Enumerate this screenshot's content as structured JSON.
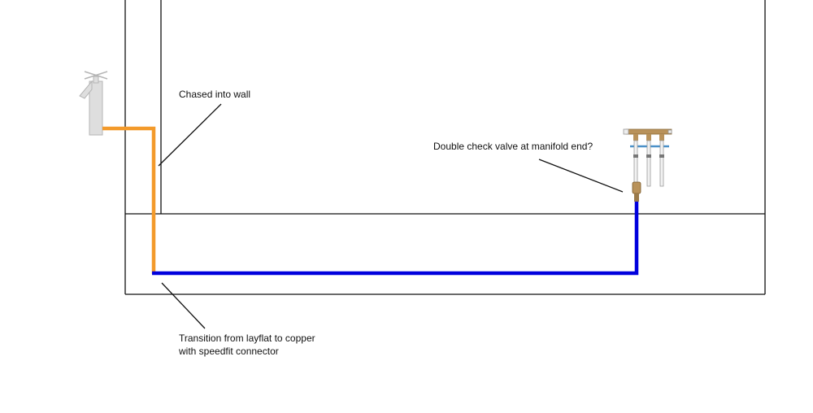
{
  "labels": {
    "chased": "Chased into wall",
    "valve": "Double check valve at manifold end?",
    "transition_line1": "Transition from layflat to copper",
    "transition_line2": "with speedfit connector"
  },
  "colors": {
    "copper_pipe": "#f39a2b",
    "layflat_pipe": "#0000dd",
    "wall_line": "#111111",
    "tap_fill": "#dcdcdc",
    "brass": "#b9925a",
    "blue_handle": "#4a90c8"
  },
  "icons": {
    "tap": "outdoor-tap-icon",
    "manifold": "manifold-icon"
  }
}
